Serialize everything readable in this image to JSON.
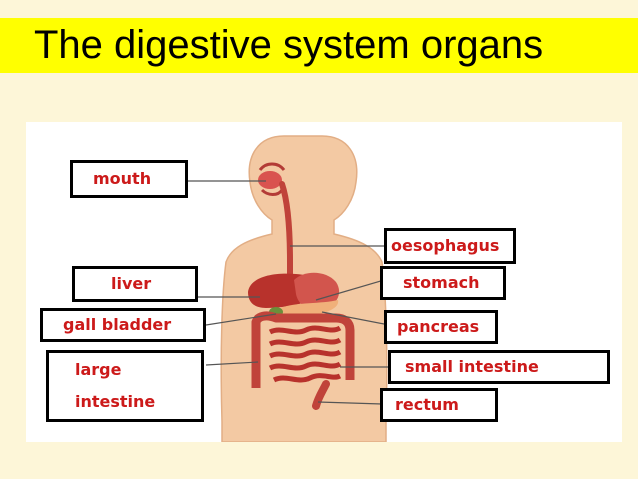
{
  "title": "The digestive system organs",
  "labels": {
    "mouth": "mouth",
    "oesophagus": "oesophagus",
    "liver": "liver",
    "stomach": "stomach",
    "gall_bladder": "gall bladder",
    "pancreas": "pancreas",
    "large_intestine_line1": "large",
    "large_intestine_line2": "intestine",
    "small_intestine": "small intestine",
    "rectum": "rectum"
  },
  "colors": {
    "title_bar": "#ffff00",
    "background": "#fdf6d8",
    "label_text": "#cc1a1a",
    "body_skin": "#f3c9a3",
    "organ_red": "#c0433a"
  }
}
